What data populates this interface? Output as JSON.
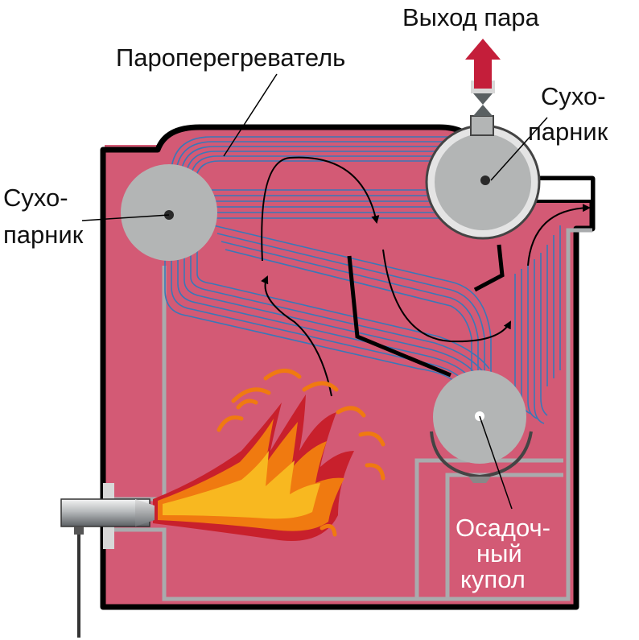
{
  "labels": {
    "steam_outlet": "Выход пара",
    "superheater": "Пароперегреватель",
    "steam_drum_right_line1": "Сухо-",
    "steam_drum_right_line2": "парник",
    "steam_drum_left_line1": "Сухо-",
    "steam_drum_left_line2": "парник",
    "mud_drum_line1": "Осадоч-",
    "mud_drum_line2": "ный",
    "mud_drum_line3": "купол"
  },
  "colors": {
    "boiler_body": "#d35a75",
    "outline": "#000000",
    "tubes": "#3a78b8",
    "drum": "#b3b5b5",
    "flame_outer": "#c8202c",
    "flame_mid": "#f07a10",
    "flame_inner": "#f8b820",
    "arrow_red": "#c41e3a"
  }
}
